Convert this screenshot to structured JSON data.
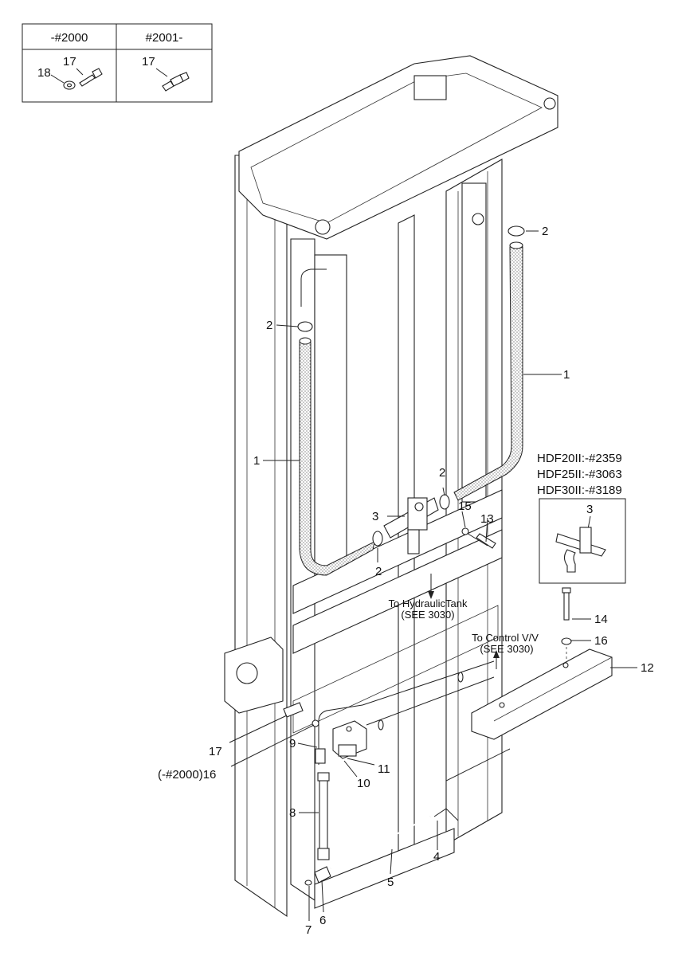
{
  "serial_table": {
    "headers": [
      "-#2000",
      "#2001-"
    ],
    "left_callouts": [
      "18",
      "17"
    ],
    "right_callouts": [
      "17"
    ]
  },
  "callouts": {
    "c2_top_right": "2",
    "c2_left": "2",
    "c1_right": "1",
    "c1_left": "1",
    "c2_mid": "2",
    "c15": "15",
    "c3": "3",
    "c13": "13",
    "c2_low": "2",
    "c14": "14",
    "c16_right": "16",
    "c12": "12",
    "c17": "17",
    "c16_left": "(-#2000)16",
    "c9": "9",
    "c11": "11",
    "c10": "10",
    "c8": "8",
    "c4": "4",
    "c5": "5",
    "c7": "7",
    "c6": "6"
  },
  "notes": {
    "tank_line1": "To HydraulicTank",
    "tank_line2": "(SEE 3030)",
    "control_line1": "To Control V/V",
    "control_line2": "(SEE 3030)"
  },
  "models": {
    "lines": [
      "HDF20II:-#2359",
      "HDF25II:-#3063",
      "HDF30II:-#3189"
    ],
    "inset_callout": "3"
  }
}
